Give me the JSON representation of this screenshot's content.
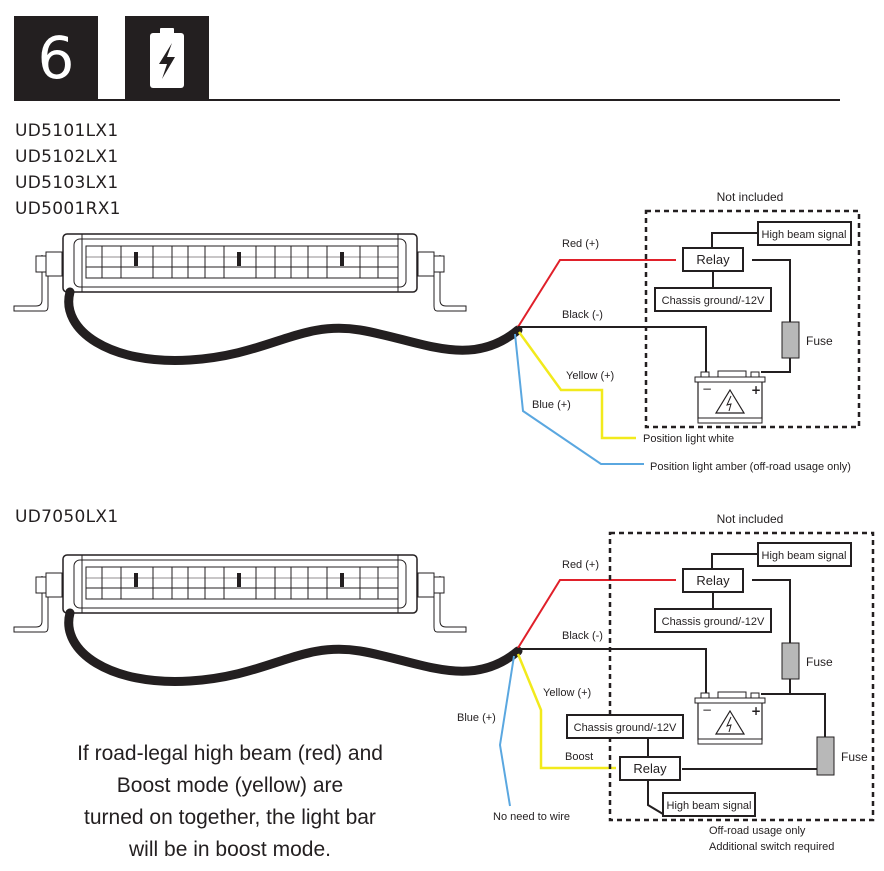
{
  "header": {
    "step_number": "6",
    "step_icon": "battery-charging-icon"
  },
  "section1": {
    "models": [
      "UD5101LX1",
      "UD5102LX1",
      "UD5103LX1",
      "UD5001RX1"
    ],
    "not_included": "Not included",
    "wires": {
      "red": "Red (+)",
      "black": "Black (-)",
      "yellow": "Yellow (+)",
      "blue": "Blue (+)"
    },
    "components": {
      "high_beam_signal": "High beam signal",
      "relay": "Relay",
      "chassis_ground": "Chassis ground/-12V",
      "fuse": "Fuse"
    },
    "outputs": {
      "position_white": "Position light white",
      "position_amber": "Position light amber (off-road usage only)"
    }
  },
  "section2": {
    "models": [
      "UD7050LX1"
    ],
    "not_included": "Not included",
    "wires": {
      "red": "Red (+)",
      "black": "Black (-)",
      "yellow": "Yellow (+)",
      "blue": "Blue (+)",
      "boost": "Boost"
    },
    "components": {
      "high_beam_signal_top": "High beam signal",
      "relay_top": "Relay",
      "chassis_ground_top": "Chassis ground/-12V",
      "fuse_top": "Fuse",
      "chassis_ground_bottom": "Chassis ground/-12V",
      "relay_bottom": "Relay",
      "high_beam_signal_bottom": "High beam signal",
      "fuse_bottom": "Fuse"
    },
    "no_need_to_wire": "No need to wire",
    "off_road_note": [
      "Off-road usage only",
      "Additional switch required"
    ],
    "boost_note": [
      "If road-legal high beam (red) and",
      "Boost mode (yellow) are",
      "turned on together, the light bar",
      "will be in boost mode."
    ]
  },
  "colors": {
    "red_wire": "#e0202a",
    "yellow_wire": "#f2ea1c",
    "blue_wire": "#5aa7e0",
    "black": "#231f20",
    "fuse_fill": "#b8b8b8"
  }
}
